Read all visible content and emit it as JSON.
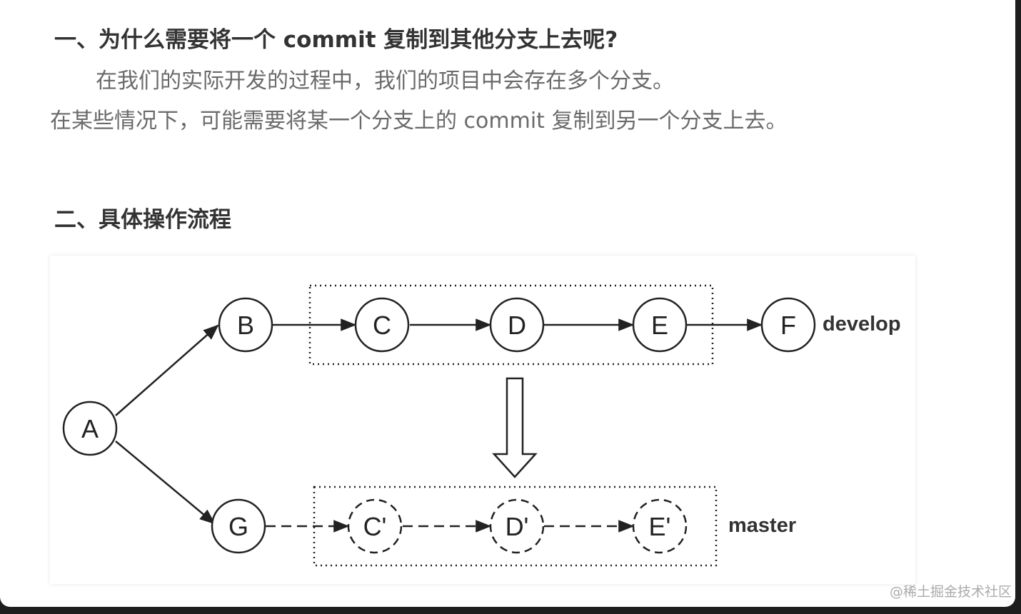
{
  "section1": {
    "heading": "一、为什么需要将一个 commit 复制到其他分支上去呢?",
    "para1": "在我们的实际开发的过程中，我们的项目中会存在多个分支。",
    "para2": "在某些情况下，可能需要将某一个分支上的 commit 复制到另一个分支上去。"
  },
  "section2": {
    "heading": "二、具体操作流程"
  },
  "diagram": {
    "nodes": {
      "A": "A",
      "B": "B",
      "C": "C",
      "D": "D",
      "E": "E",
      "F": "F",
      "G": "G",
      "C_copy": "C'",
      "D_copy": "D'",
      "E_copy": "E'"
    },
    "branches": {
      "develop": "develop",
      "master": "master"
    }
  },
  "watermark": "@稀土掘金技术社区",
  "colors": {
    "background": "#ffffff",
    "stroke": "#222222",
    "heading": "#333333",
    "body_text": "#6a6a6a"
  }
}
